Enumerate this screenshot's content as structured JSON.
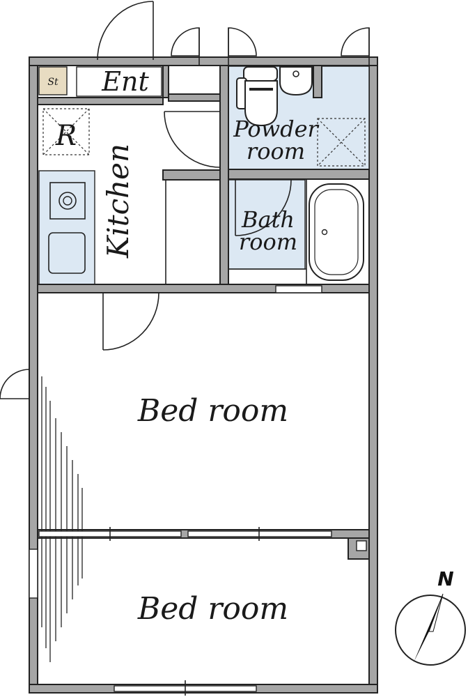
{
  "labels": {
    "storage": "St",
    "entrance": "Ent",
    "refrigerator": "R",
    "kitchen": "Kitchen",
    "powder_room_line1": "Powder",
    "powder_room_line2": "room",
    "bath_room_line1": "Bath",
    "bath_room_line2": "room",
    "bedroom_1": "Bed  room",
    "bedroom_2": "Bed  room",
    "north": "N"
  },
  "colors": {
    "wall": "#a6a6a6",
    "wet_area": "#dce8f3",
    "storage": "#e8dcc2",
    "line": "#222222"
  },
  "icons": [
    "stove-icon",
    "sink-icon",
    "toilet-icon",
    "bathtub-icon",
    "compass-icon"
  ]
}
